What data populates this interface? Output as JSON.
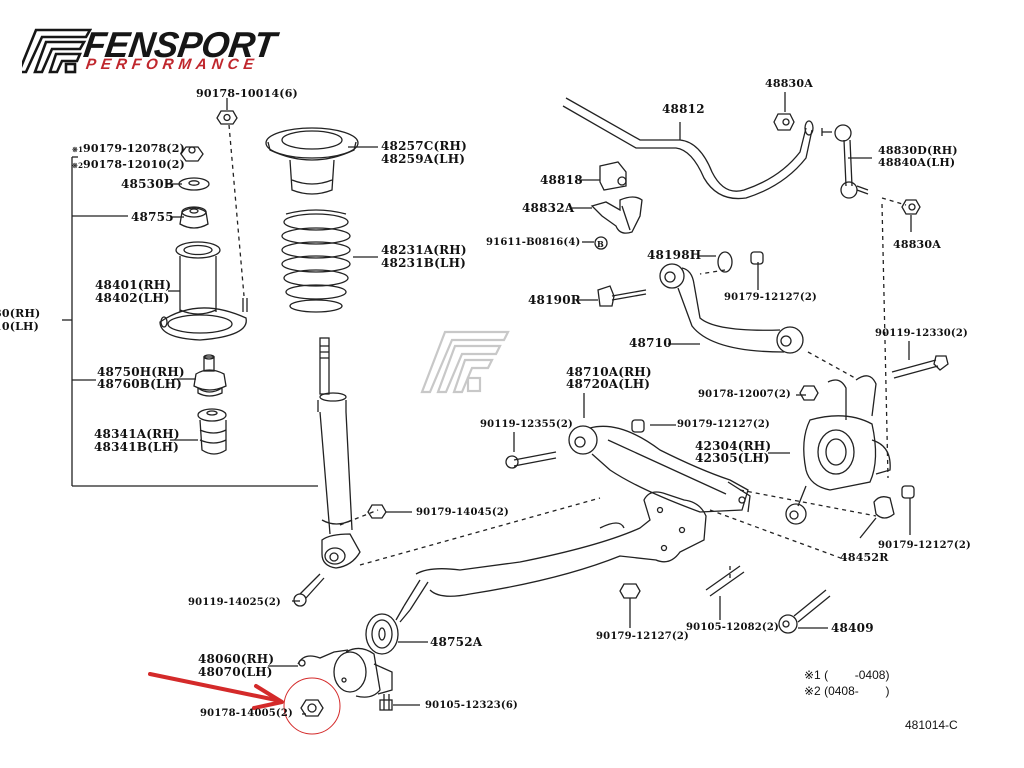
{
  "brand": {
    "name": "FENSPORT",
    "tagline": "PERFORMANCE",
    "colors": {
      "primary": "#161616",
      "accent": "#c0272d",
      "watermark": "#c8c8c8"
    }
  },
  "diagram": {
    "title": "Rear suspension parts diagram",
    "code": "481014-C",
    "notes": [
      {
        "mark": "※1",
        "text": "(        -0408)"
      },
      {
        "mark": "※2",
        "text": "(0408-        )"
      }
    ],
    "labels": {
      "p90178_10014": "90178-10014(6)",
      "p90179_12078": "90179-12078(2)",
      "p90178_12010": "90178-12010(2)",
      "mark1": "※1",
      "mark2": "※2",
      "p48530b": "48530B",
      "p48755": "48755",
      "p48401": "48401(RH)",
      "p48402": "48402(LH)",
      "p_cut_rh": "30(RH)",
      "p_cut_lh": "10(LH)",
      "p48750h": "48750H(RH)",
      "p48760b": "48760B(LH)",
      "p48341a": "48341A(RH)",
      "p48341b": "48341B(LH)",
      "p48257c": "48257C(RH)",
      "p48259a": "48259A(LH)",
      "p48231a": "48231A(RH)",
      "p48231b": "48231B(LH)",
      "p48812": "48812",
      "p48830a_top": "48830A",
      "p48830d": "48830D(RH)",
      "p48840a": "48840A(LH)",
      "p48830a_right": "48830A",
      "p48818": "48818",
      "p48832a": "48832A",
      "p91611": "91611-B0816(4)",
      "circle_b": "B",
      "p48198h": "48198H",
      "p90179_12127_a": "90179-12127(2)",
      "p48190r": "48190R",
      "p48710": "48710",
      "p90119_12330": "90119-12330(2)",
      "p48710a": "48710A(RH)",
      "p48720a": "48720A(LH)",
      "p90178_12007": "90178-12007(2)",
      "p90119_12355": "90119-12355(2)",
      "p90179_12127_b": "90179-12127(2)",
      "p42304": "42304(RH)",
      "p42305": "42305(LH)",
      "p90179_14045": "90179-14045(2)",
      "p48452r": "48452R",
      "p90179_12127_c": "90179-12127(2)",
      "p90119_14025": "90119-14025(2)",
      "p90179_12127_d": "90179-12127(2)",
      "p90105_12082": "90105-12082(2)",
      "p48409": "48409",
      "p48752a": "48752A",
      "p48060": "48060(RH)",
      "p48070": "48070(LH)",
      "p90178_14005": "90178-14005(2)",
      "p90105_12323": "90105-12323(6)"
    },
    "highlight": {
      "part": "90178-14005(2)",
      "annotation": "red arrow with circle",
      "color": "#d42a2a"
    }
  }
}
